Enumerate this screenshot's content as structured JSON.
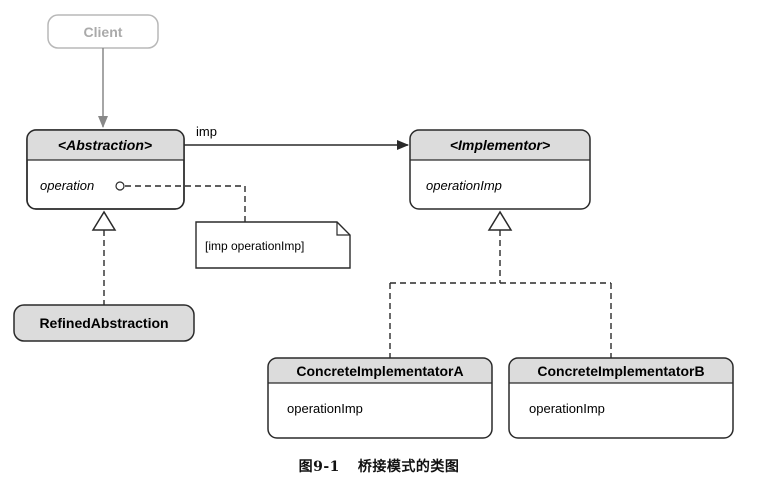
{
  "colors": {
    "ink": "#2a2a2a",
    "header_fill": "#dcdcdc",
    "client_border": "#b8b8b8",
    "client_text": "#aaaaaa",
    "body_fill": "#ffffff"
  },
  "client": {
    "label": "Client"
  },
  "abstraction": {
    "name": "<Abstraction>",
    "operation": "operation"
  },
  "implementor": {
    "name": "<Implementor>",
    "operation": "operationImp"
  },
  "association": {
    "label": "imp"
  },
  "note": {
    "text": "[imp operationImp]"
  },
  "refined": {
    "name": "RefinedAbstraction"
  },
  "concrete_a": {
    "name": "ConcreteImplementatorA",
    "operation": "operationImp"
  },
  "concrete_b": {
    "name": "ConcreteImplementatorB",
    "operation": "operationImp"
  },
  "caption": {
    "figure": "图9-1",
    "title": "桥接模式的类图"
  }
}
